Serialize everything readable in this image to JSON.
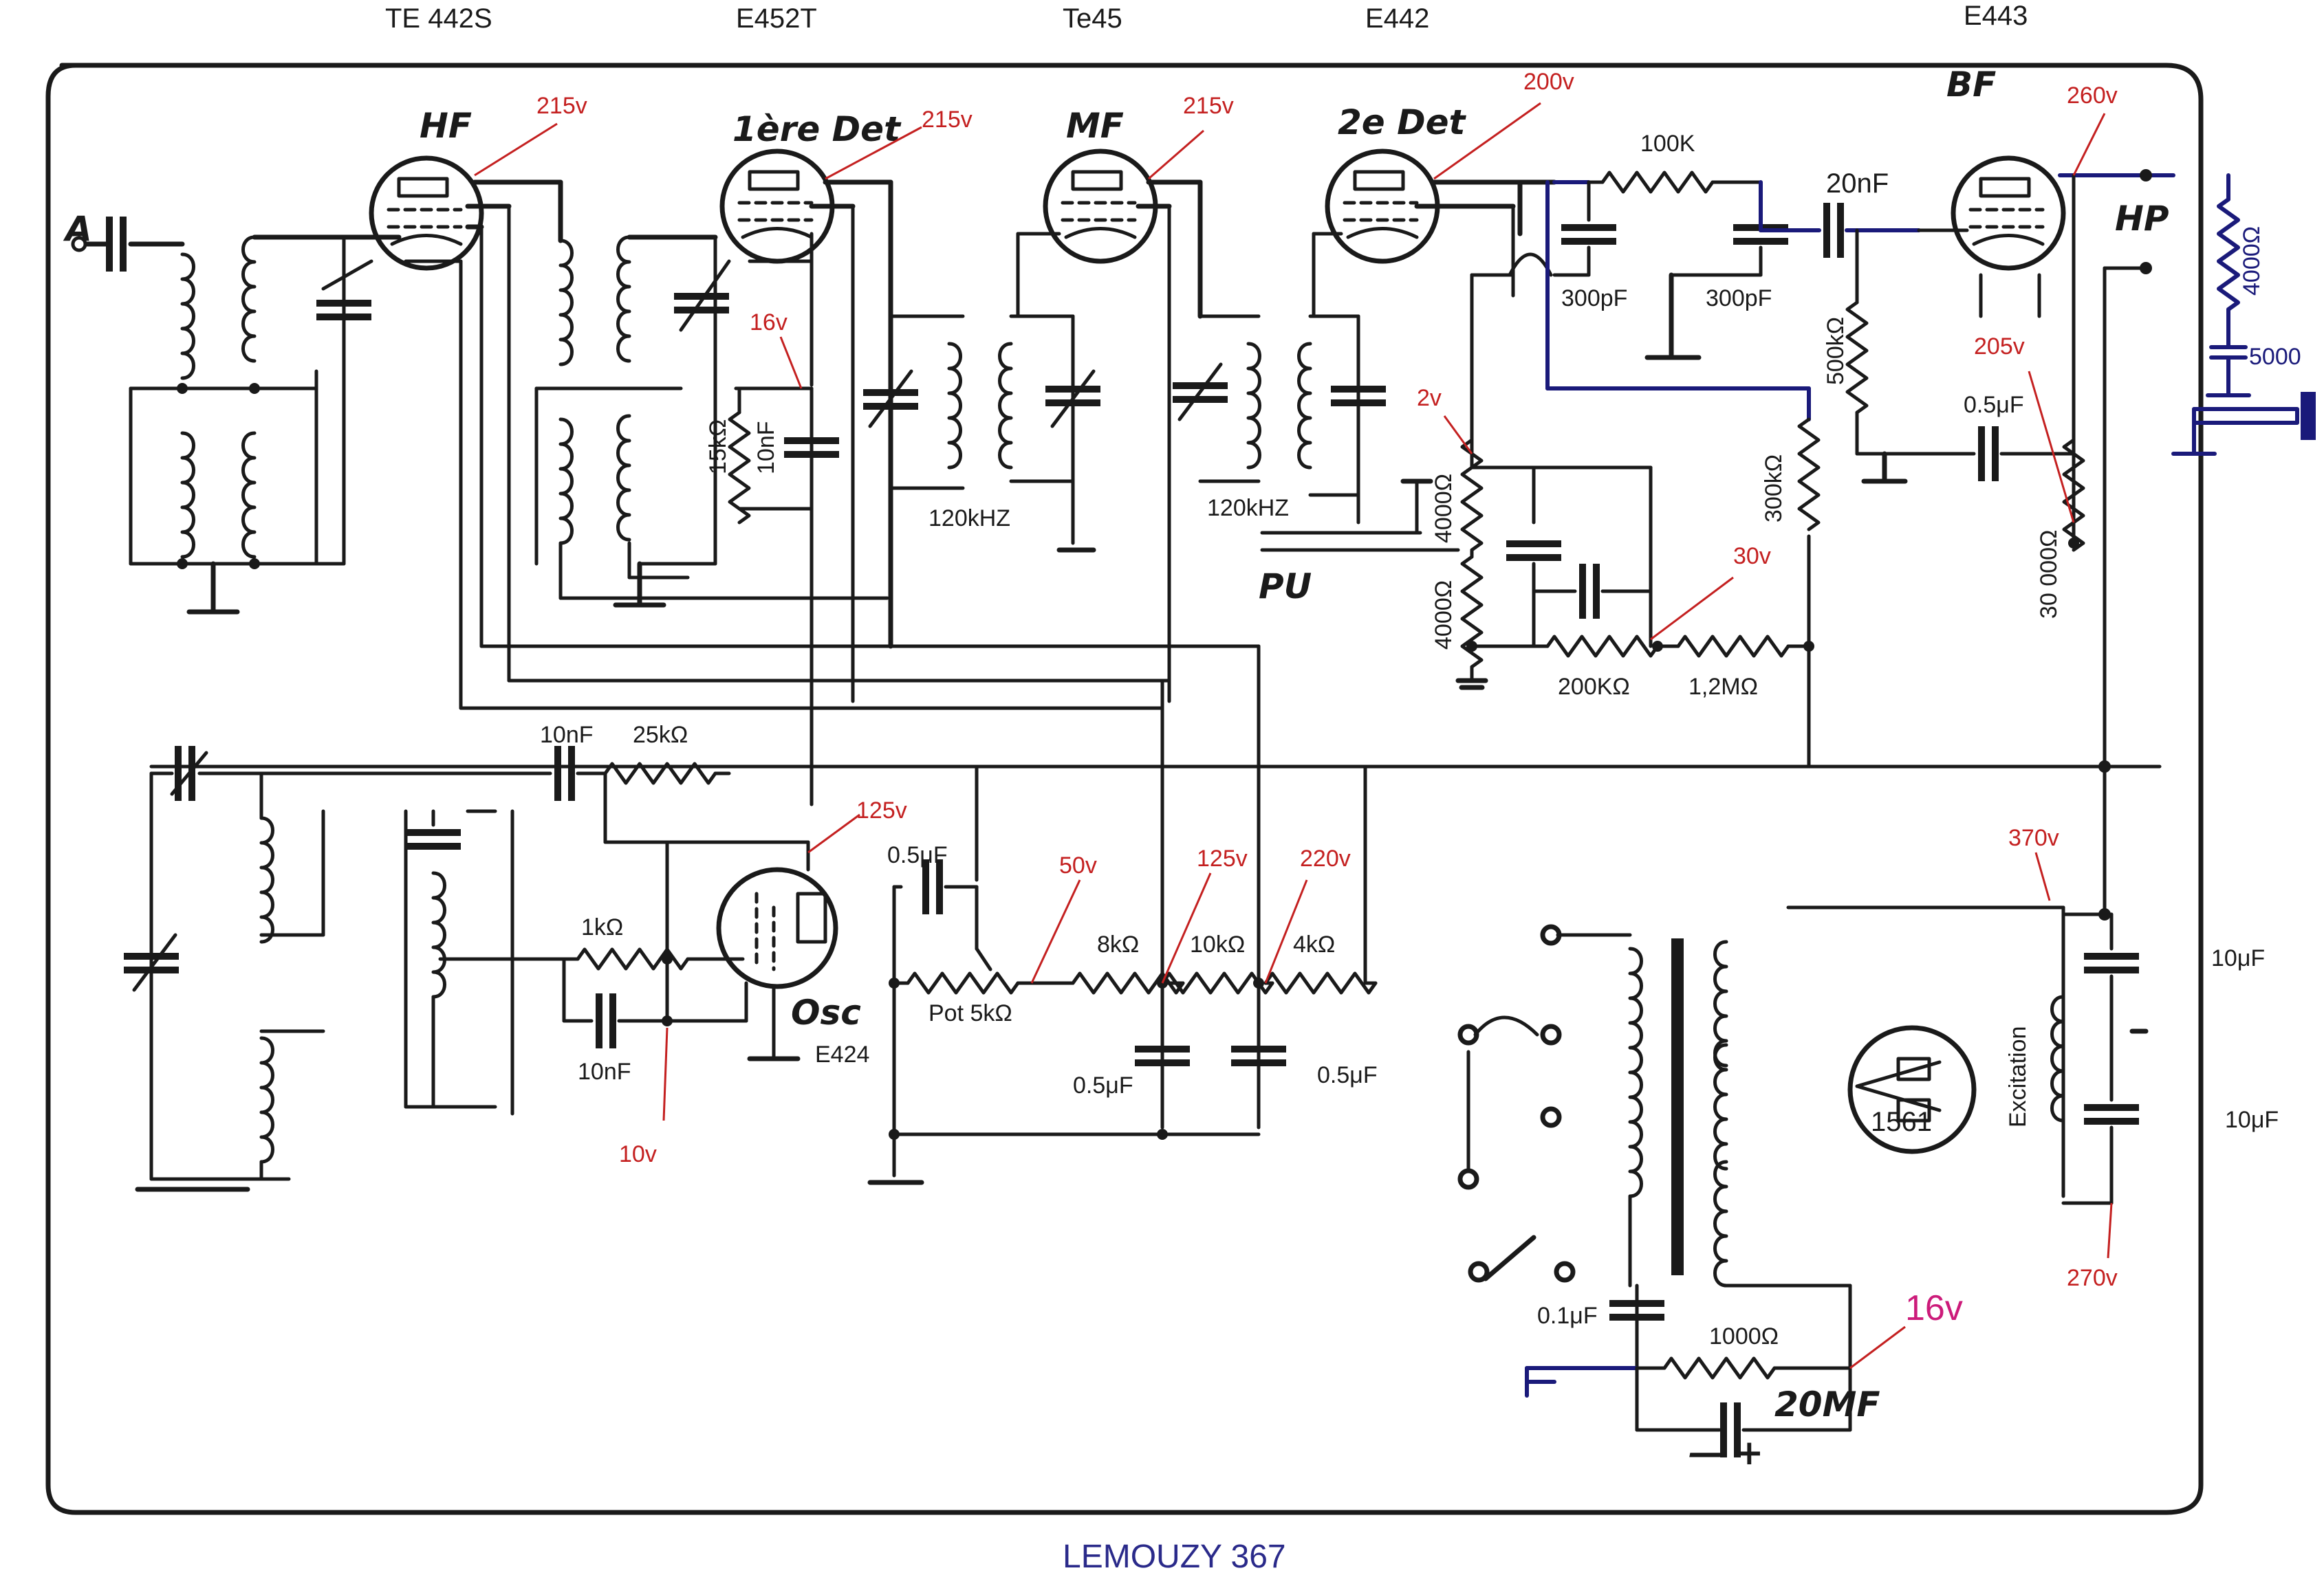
{
  "title": "LEMOUZY 367",
  "tube_headers": [
    "TE 442S",
    "E452T",
    "Te45",
    "E442",
    "E443"
  ],
  "stage_labels": [
    "HF",
    "1ère Det",
    "MF",
    "2e Det",
    "BF",
    "HP",
    "Osc",
    "PU"
  ],
  "voltages": {
    "hf": "215v",
    "det1": "215v",
    "mf": "215v",
    "det2": "200v",
    "bf": "260v",
    "g16": "16v",
    "v2": "2v",
    "v30": "30v",
    "v205": "205v",
    "v125a": "125v",
    "v50": "50v",
    "v125b": "125v",
    "v220": "220v",
    "v10": "10v",
    "v370": "370v",
    "v270": "270v",
    "v16b": "16v"
  },
  "components": {
    "r100k": "100K",
    "c20nf": "20nF",
    "c300a": "300pF",
    "c300b": "300pF",
    "r500k": "500kΩ",
    "r4000blue": "4000Ω",
    "t5000": "5000",
    "c05a": "0.5μF",
    "r30000": "30 000Ω",
    "r300k": "300kΩ",
    "r15k": "15kΩ",
    "c10nfv": "10nF",
    "if1": "120kHZ",
    "if2": "120kHZ",
    "r4000a": "4000Ω",
    "r4000b": "4000Ω",
    "r200k": "200KΩ",
    "r12m": "1,2MΩ",
    "c10nf_top": "10nF",
    "r25k": "25kΩ",
    "r1k": "1kΩ",
    "c10nf_bot": "10nF",
    "osc_tube": "E424",
    "c05b": "0.5μF",
    "pot5k": "Pot 5kΩ",
    "r8k": "8kΩ",
    "r10k": "10kΩ",
    "r4k": "4kΩ",
    "c05c": "0.5μF",
    "c05d": "0.5μF",
    "rect": "1561",
    "excitation": "Excitation",
    "c10uf_a": "10μF",
    "c10uf_b": "10μF",
    "c01": "0.1μF",
    "r1000": "1000Ω",
    "c20mf": "20MF",
    "polarity": "— +"
  },
  "colors": {
    "ink": "#1a1a1a",
    "voltage": "#c42020",
    "blue": "#1a1a7a",
    "magenta": "#cc1b7a"
  }
}
